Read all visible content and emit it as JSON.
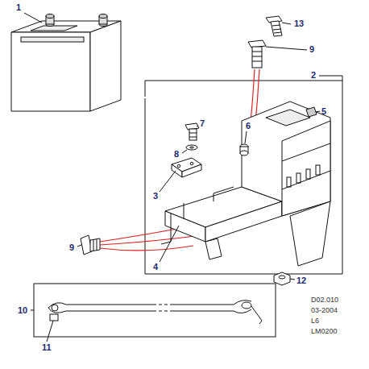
{
  "diagram": {
    "labels": [
      "1",
      "13",
      "9",
      "2",
      "5",
      "7",
      "6",
      "8",
      "3",
      "9",
      "4",
      "12",
      "10",
      "11",
      "D02.010",
      "03-2004",
      "L6",
      "LM0200"
    ]
  }
}
